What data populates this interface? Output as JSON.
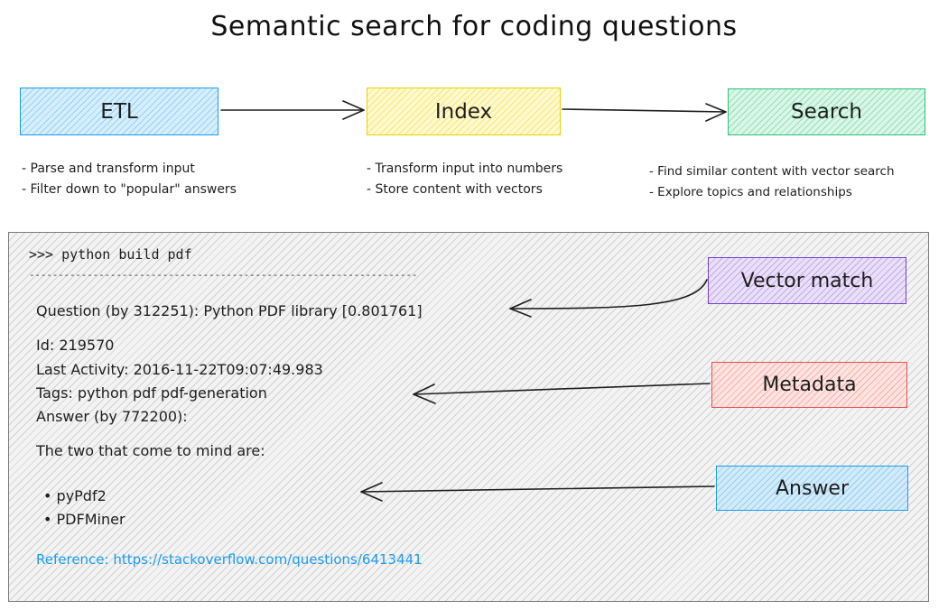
{
  "title": "Semantic search for coding questions",
  "stages": [
    {
      "label": "ETL",
      "bullets": [
        "- Parse and transform input",
        "- Filter down to \"popular\" answers"
      ]
    },
    {
      "label": "Index",
      "bullets": [
        "- Transform input into numbers",
        "- Store content with vectors"
      ]
    },
    {
      "label": "Search",
      "bullets": [
        "- Find similar content with vector search",
        "- Explore topics and relationships"
      ]
    }
  ],
  "example": {
    "prompt": ">>> python build pdf",
    "separator": "-------------------------------------------------------------------",
    "question": "Question (by 312251): Python PDF library [0.801761]",
    "id": "Id: 219570",
    "last_activity": "Last Activity: 2016-11-22T09:07:49.983",
    "tags": "Tags: python pdf pdf-generation",
    "answer_by": "Answer (by 772200):",
    "answer_intro": "The two that come to mind are:",
    "answer_items": [
      "pyPdf2",
      "PDFMiner"
    ],
    "reference": "Reference: https://stackoverflow.com/questions/6413441"
  },
  "callouts": {
    "vector_match": "Vector match",
    "metadata": "Metadata",
    "answer": "Answer"
  },
  "colors": {
    "etl": "#1c9bf0",
    "index": "#f0d000",
    "search": "#2fc07a",
    "vector_match": "#7a3fd0",
    "metadata": "#e8504a",
    "answer": "#1c9bf0",
    "reference_link": "#1c9bf0"
  }
}
